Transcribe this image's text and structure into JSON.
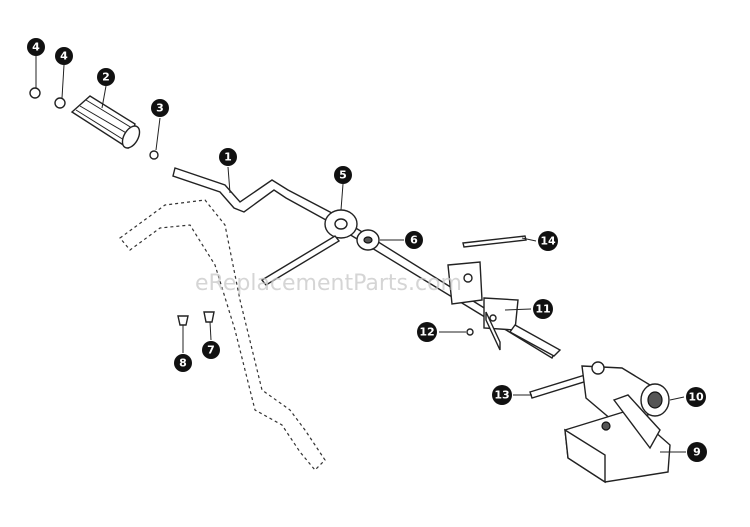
{
  "watermark": "eReplacementParts.com",
  "callouts": [
    "1",
    "2",
    "3",
    "4",
    "4",
    "5",
    "6",
    "7",
    "8",
    "9",
    "10",
    "11",
    "12",
    "13",
    "14"
  ],
  "colors": {
    "ink": "#111111",
    "paper": "#ffffff",
    "watermark": "#c8c8c8"
  }
}
